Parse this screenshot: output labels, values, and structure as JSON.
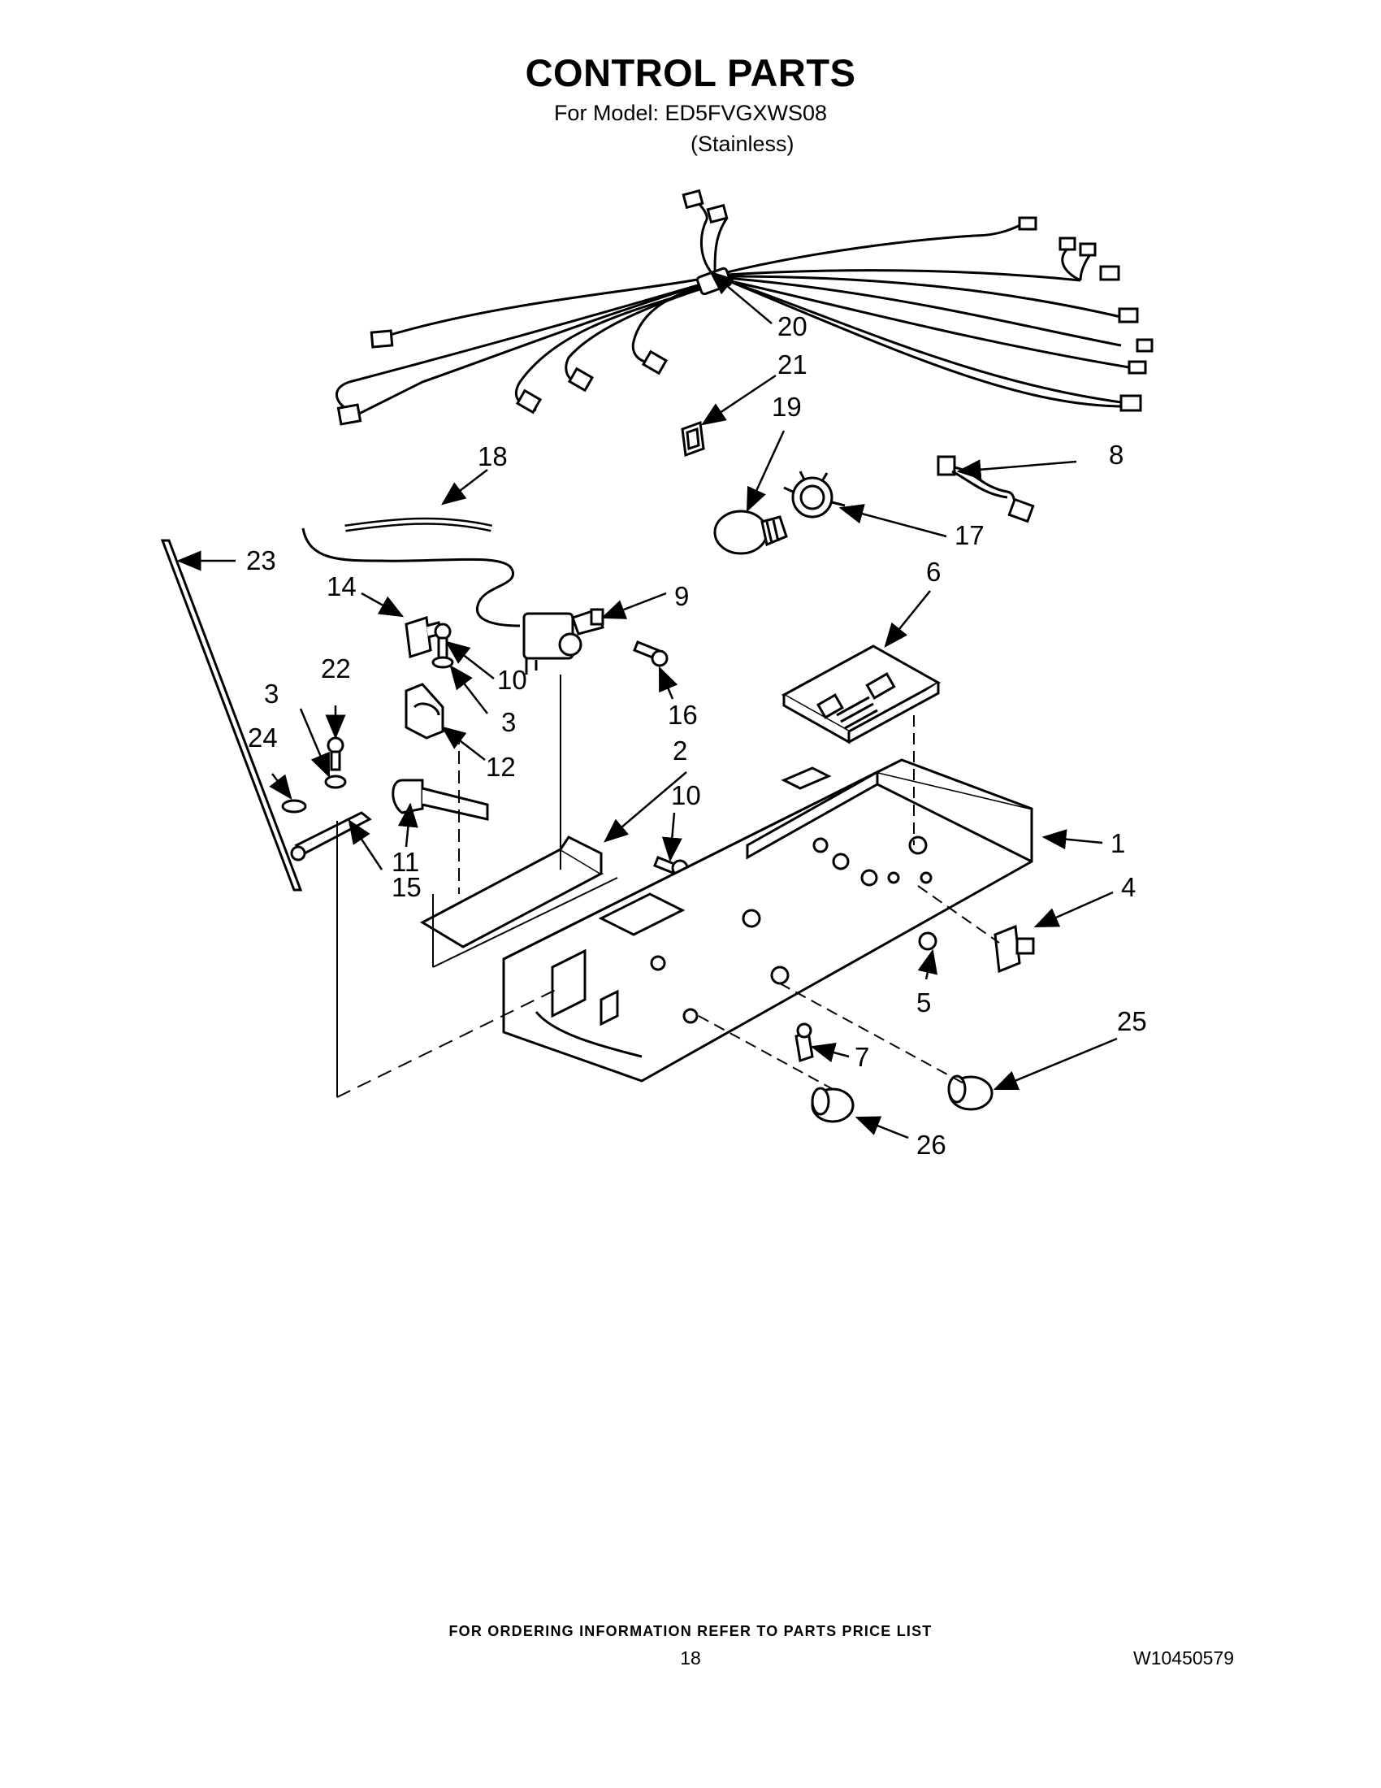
{
  "header": {
    "title": "CONTROL PARTS",
    "model_line": "For Model: ED5FVGXWS08",
    "variant": "(Stainless)"
  },
  "callouts": [
    "20",
    "21",
    "19",
    "18",
    "8",
    "17",
    "23",
    "14",
    "9",
    "10",
    "6",
    "22",
    "3",
    "16",
    "24",
    "12",
    "2",
    "10",
    "1",
    "11",
    "4",
    "15",
    "5",
    "25",
    "7",
    "26",
    "3"
  ],
  "footer": {
    "ordering_note": "FOR ORDERING INFORMATION REFER TO PARTS PRICE LIST",
    "page_number": "18",
    "doc_number": "W10450579"
  }
}
